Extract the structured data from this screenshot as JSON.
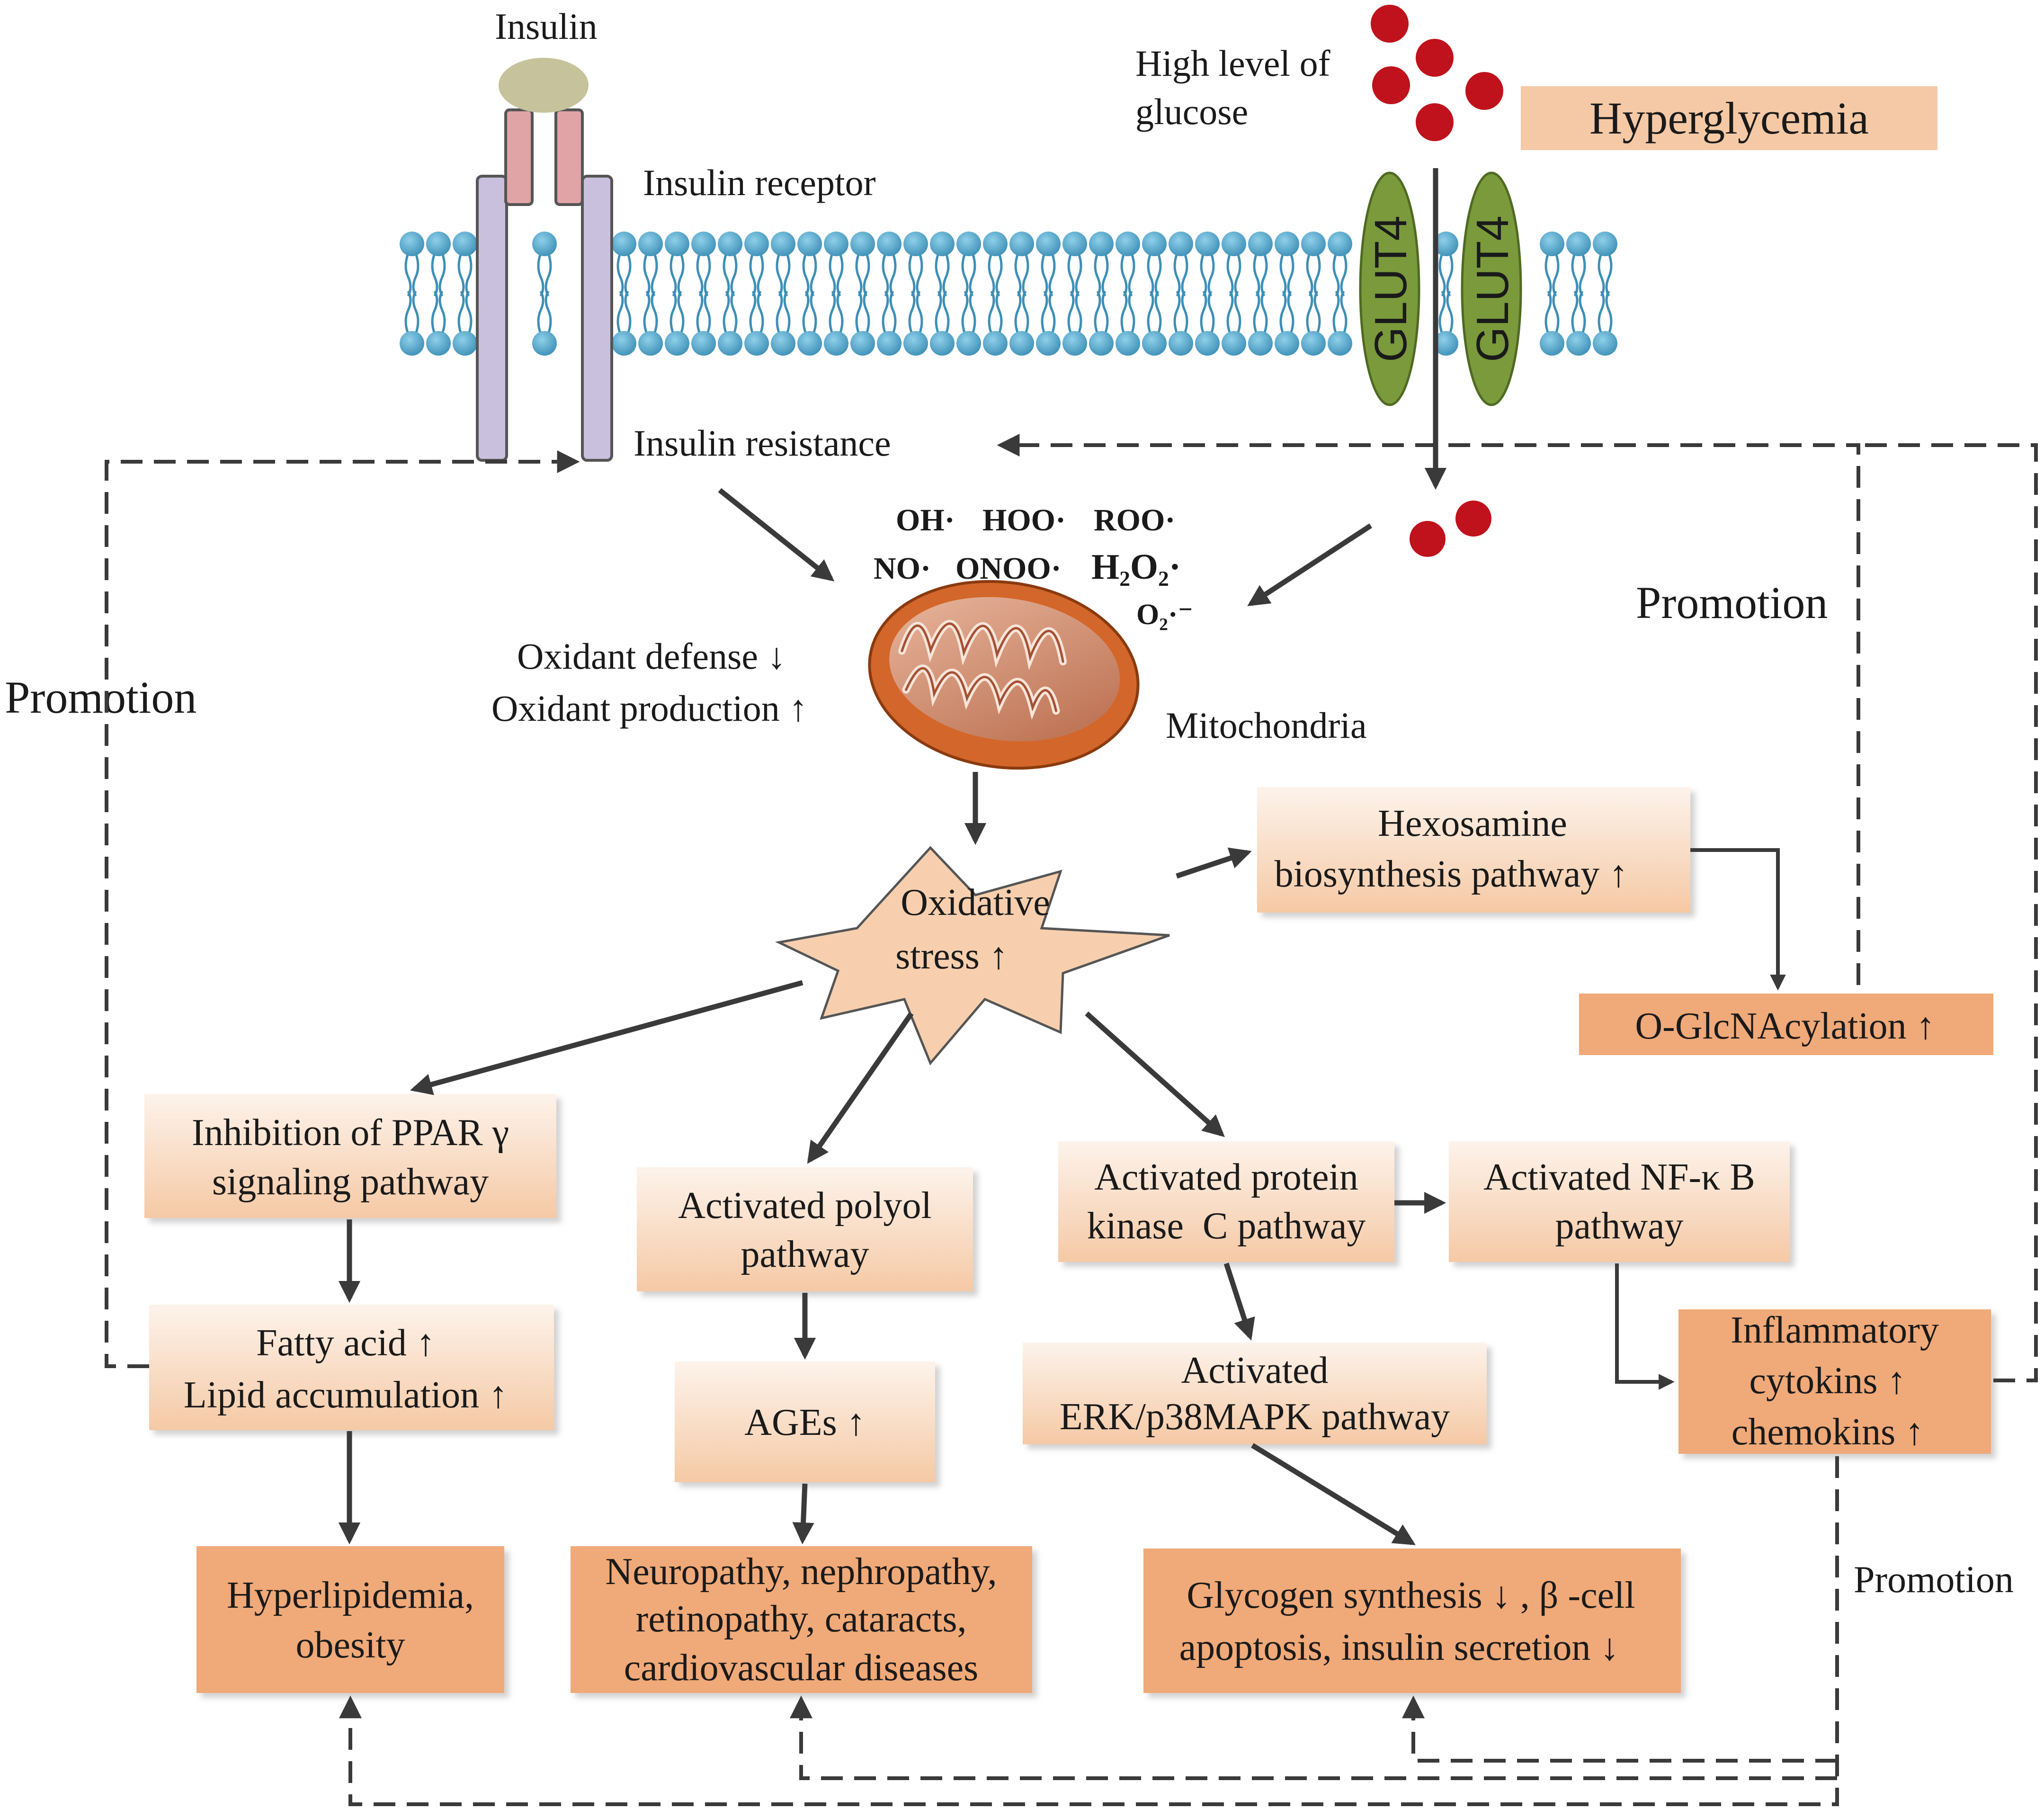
{
  "top": {
    "insulin": "Insulin",
    "insulin_receptor": "Insulin receptor",
    "high_glucose_line1": "High level of",
    "high_glucose_line2": "glucose",
    "hyperglycemia": "Hyperglycemia",
    "glut4_left": "GLUT4",
    "glut4_right": "GLUT4",
    "insulin_resistance": "Insulin resistance"
  },
  "ros": {
    "line1": [
      "OH·",
      "HOO·",
      "ROO·"
    ],
    "line2": [
      "NO·",
      "ONOO·"
    ],
    "h2o2": "H₂O₂·",
    "o2": "O₂·⁻"
  },
  "mito": {
    "label": "Mitochondria",
    "oxidant_defense": "Oxidant defense ↓",
    "oxidant_production": "Oxidant production ↑"
  },
  "promotion": {
    "left": "Promotion",
    "right": "Promotion",
    "bottom_right": "Promotion"
  },
  "nodes": {
    "oxidative_stress": [
      "Oxidative",
      "stress ↑"
    ],
    "hexosamine": [
      "Hexosamine",
      "biosynthesis pathway ↑"
    ],
    "o_glcnac": "O-GlcNAcylation ↑",
    "ppar": [
      "Inhibition of PPAR γ",
      "signaling pathway"
    ],
    "fatty_acid": [
      "Fatty acid ↑",
      "Lipid accumulation ↑"
    ],
    "polyol": [
      "Activated polyol",
      "pathway"
    ],
    "ages": "AGEs ↑",
    "pkc": [
      "Activated protein",
      "kinase  C pathway"
    ],
    "erk": [
      "Activated",
      "ERK/p38MAPK pathway"
    ],
    "nfkb": [
      "Activated NF-κ B",
      "pathway"
    ],
    "inflammatory": [
      "Inflammatory",
      "cytokins ↑",
      "chemokins ↑"
    ],
    "hyperlipidemia": [
      "Hyperlipidemia,",
      "obesity"
    ],
    "neuropathy": [
      "Neuropathy, nephropathy,",
      "retinopathy, cataracts,",
      "cardiovascular diseases"
    ],
    "glycogen": [
      "Glycogen synthesis ↓ , β -cell",
      "apoptosis, insulin secretion ↓"
    ]
  },
  "colors": {
    "box_light_top": "#fdf0e6",
    "box_light_bottom": "#f6cfae",
    "box_dark": "#f0a978",
    "star_fill": "#f7cfae",
    "glucose": "#c0121c",
    "glut4": "#7a9a3c",
    "membrane": "#5ba7c9",
    "receptor": "#c8bfdc",
    "insulin": "#c6c29b",
    "receptor_alpha": "#e0a3a6",
    "mito_outer": "#d3662a"
  }
}
